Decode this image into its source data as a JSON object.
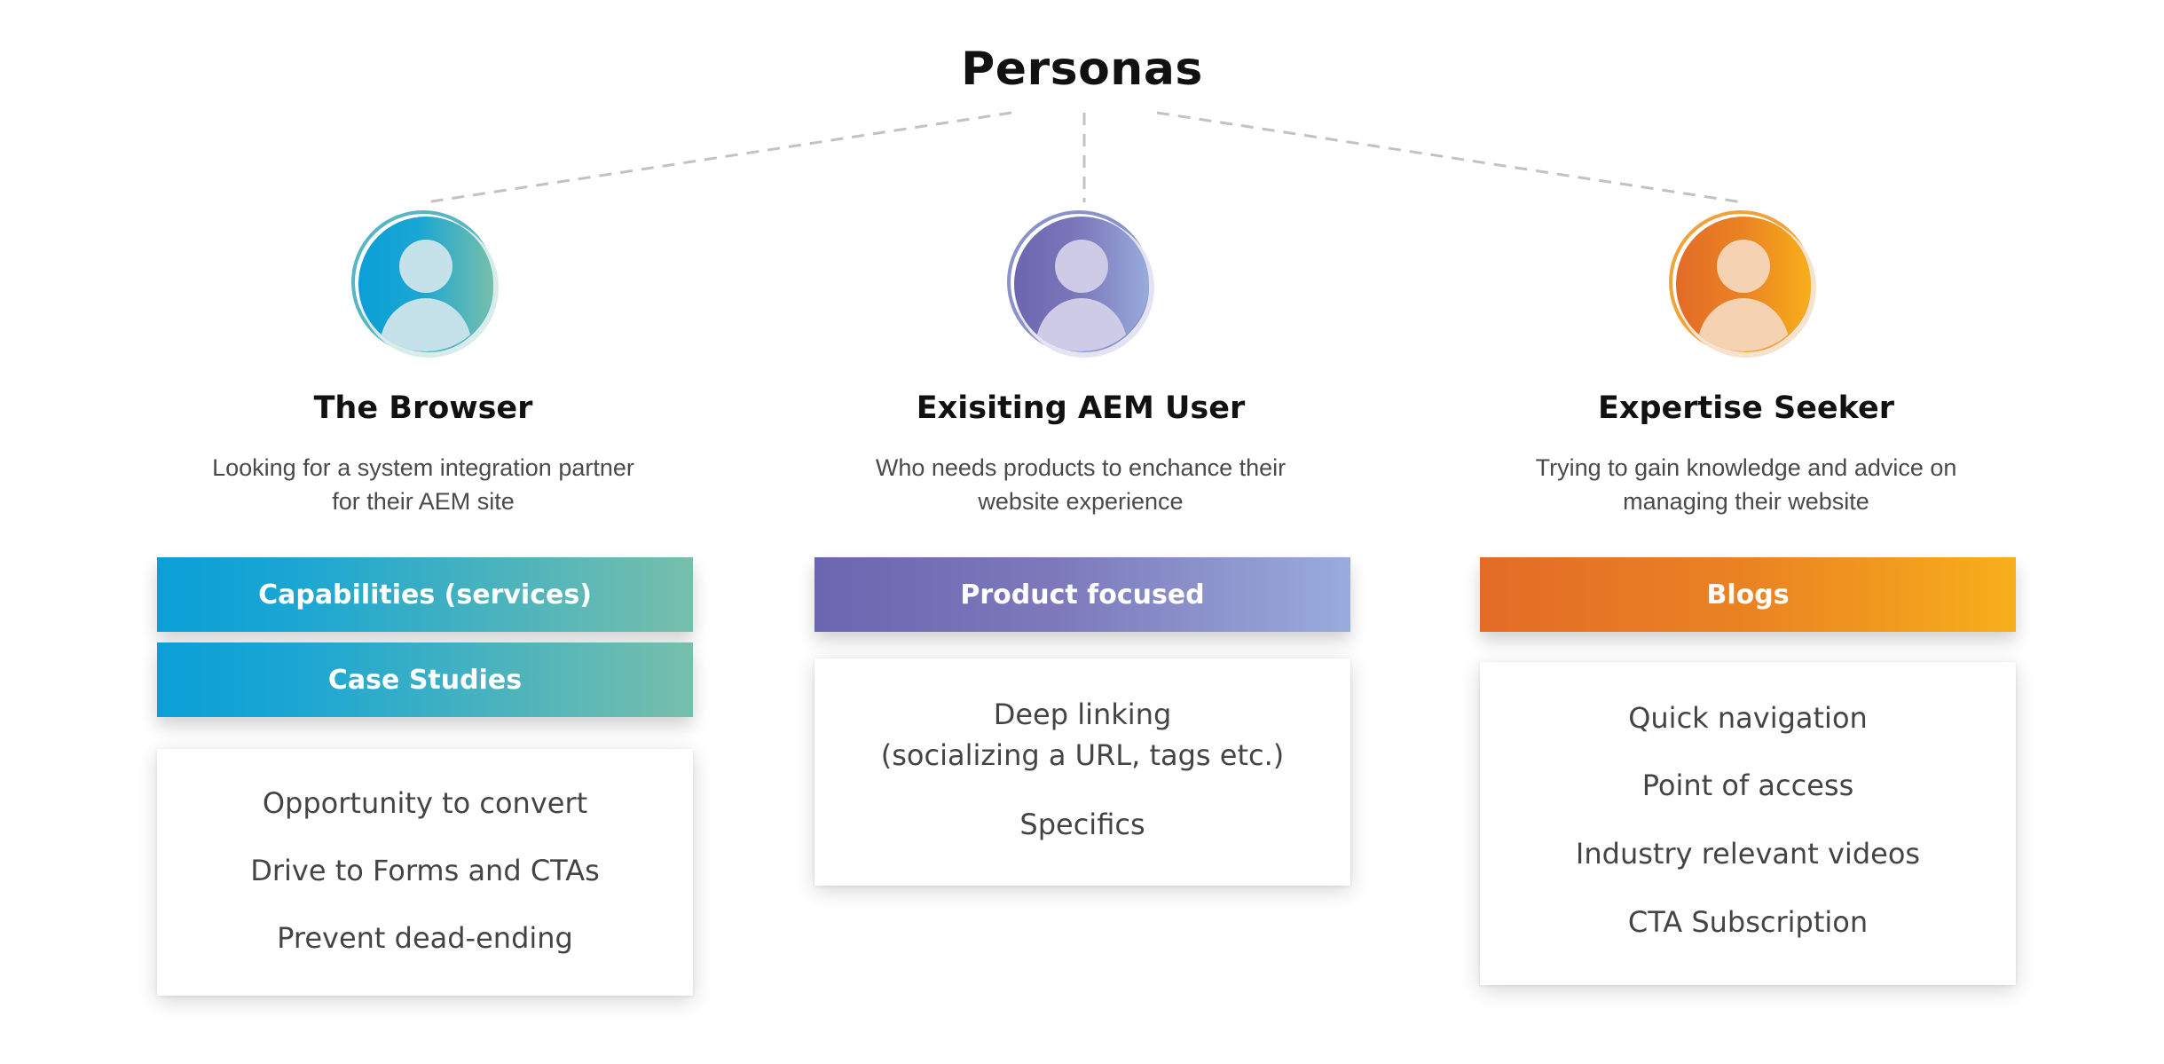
{
  "title": "Personas",
  "colors": {
    "connector": "#c2c2c2",
    "teal_start": "#0a9fd6",
    "teal_end": "#77bfaa",
    "purple_start": "#6c65b0",
    "purple_end": "#99abdc",
    "orange_start": "#e36b27",
    "orange_end": "#f7af1b"
  },
  "personas": [
    {
      "icon": "user-avatar-icon",
      "name": "The Browser",
      "description": [
        "Looking for a system integration partner",
        "for their AEM site"
      ],
      "tags": [
        "Capabilities (services)",
        "Case Studies"
      ],
      "items": [
        [
          "Opportunity to convert"
        ],
        [
          "Drive to Forms and CTAs"
        ],
        [
          "Prevent dead-ending"
        ]
      ]
    },
    {
      "icon": "user-avatar-icon",
      "name": "Exisiting AEM User",
      "description": [
        "Who needs products to enchance their",
        "website experience"
      ],
      "tags": [
        "Product focused"
      ],
      "items": [
        [
          "Deep linking",
          "(socializing a URL, tags etc.)"
        ],
        [
          "Specifics"
        ]
      ]
    },
    {
      "icon": "user-avatar-icon",
      "name": "Expertise Seeker",
      "description": [
        "Trying to gain knowledge and advice on",
        "managing their website"
      ],
      "tags": [
        "Blogs"
      ],
      "items": [
        [
          "Quick navigation"
        ],
        [
          "Point of access"
        ],
        [
          "Industry relevant videos"
        ],
        [
          "CTA Subscription"
        ]
      ]
    }
  ]
}
